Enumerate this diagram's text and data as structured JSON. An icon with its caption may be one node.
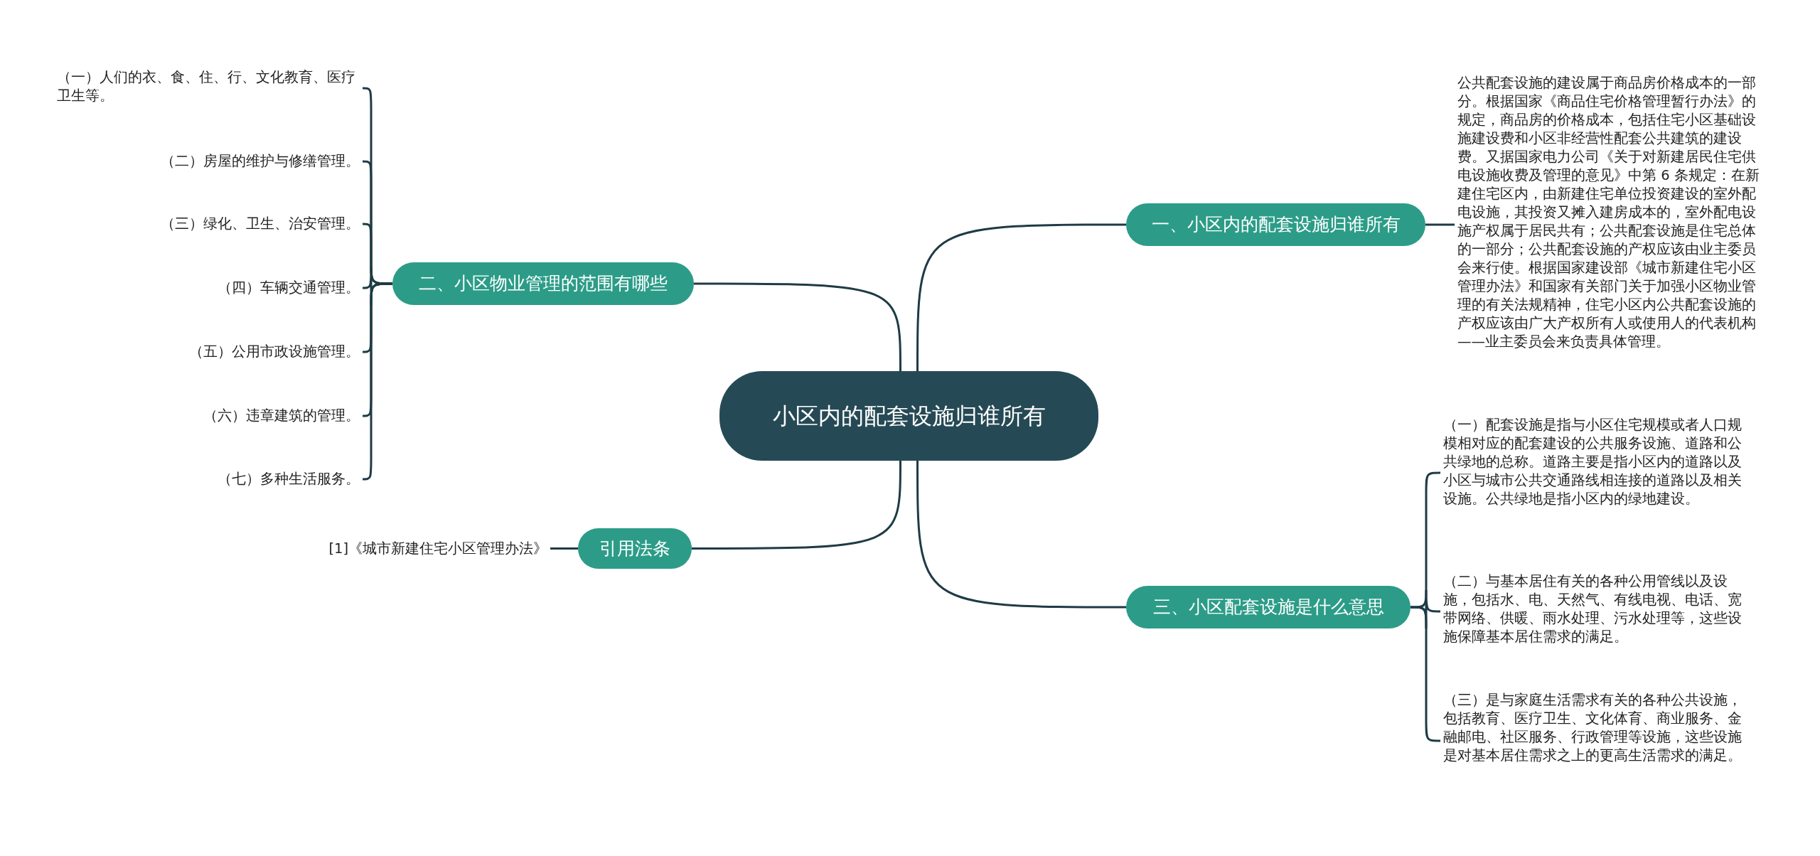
{
  "diagram": {
    "nodes": [
      {
        "text": [
          "小区内的配套设施归谁所有"
        ]
      },
      {
        "text": [
          "一、小区内的配套设施归谁所有"
        ]
      },
      {
        "text": [
          "公共配套设施的建设属于商品房价格成本的一部分。根据国家《商品住宅价格管理暂行办法》的规定，商品房的价格成本，包括住宅小区基础设施建设费和小区非经营性配套公共建筑的建设费。又据国家电力公司《关于对新建居民住宅供电设施收费及管理的意见》中第 6 条规定：在新建住宅区内，由新建住宅单位投资建设的室外配电设施，其投资又摊入建房成本的，室外配电设施产权属于居民共有；公共配套设施是住宅总体的一部分；公共配套设施的产权应该由业主委员会来行使。根据国家建设部《城市新建住宅小区管理办法》和国家有关部门关于加强小区物业管理的有关法规精神，住宅小区内公共配套设施的产权应该由广大产权所有人或使用人的代表机构——业主委员会来负责具体管理。"
        ]
      },
      {
        "text": [
          "三、小区配套设施是什么意思"
        ]
      },
      {
        "text": [
          "（一）配套设施是指与小区住宅规模或者人口规模相对应的配套建设的公共服务设施、道路和公共绿地的总称。道路主要是指小区内的道路以及小区与城市公共交通路线相连接的道路以及相关设施。公共绿地是指小区内的绿地建设。"
        ]
      },
      {
        "text": [
          "（二）与基本居住有关的各种公用管线以及设施，包括水、电、天然气、有线电视、电话、宽带网络、供暖、雨水处理、污水处理等，这些设施保障基本居住需求的满足。"
        ]
      },
      {
        "text": [
          "（三）是与家庭生活需求有关的各种公共设施，包括教育、医疗卫生、文化体育、商业服务、金融邮电、社区服务、行政管理等设施，这些设施是对基本居住需求之上的更高生活需求的满足。"
        ]
      },
      {
        "text": [
          "二、小区物业管理的范围有哪些"
        ]
      },
      {
        "text": [
          "（一）人们的衣、食、住、行、文化教育、医疗卫生等。"
        ]
      },
      {
        "text": [
          "（二）房屋的维护与修缮管理。"
        ]
      },
      {
        "text": [
          "（三）绿化、卫生、治安管理。"
        ]
      },
      {
        "text": [
          "（四）车辆交通管理。"
        ]
      },
      {
        "text": [
          "（五）公用市政设施管理。"
        ]
      },
      {
        "text": [
          "（六）违章建筑的管理。"
        ]
      },
      {
        "text": [
          "（七）多种生活服务。"
        ]
      },
      {
        "text": [
          "引用法条"
        ]
      },
      {
        "text": [
          "[1]《城市新建住宅小区管理办法》"
        ]
      }
    ],
    "edges": [
      {
        "from": 0,
        "to": 1,
        "arrow": "none"
      },
      {
        "from": 1,
        "to": 2,
        "arrow": "none"
      },
      {
        "from": 0,
        "to": 3,
        "arrow": "none"
      },
      {
        "from": 3,
        "to": 4,
        "arrow": "none"
      },
      {
        "from": 3,
        "to": 5,
        "arrow": "none"
      },
      {
        "from": 3,
        "to": 6,
        "arrow": "none"
      },
      {
        "from": 0,
        "to": 7,
        "arrow": "none"
      },
      {
        "from": 7,
        "to": 8,
        "arrow": "none"
      },
      {
        "from": 7,
        "to": 9,
        "arrow": "none"
      },
      {
        "from": 7,
        "to": 10,
        "arrow": "none"
      },
      {
        "from": 7,
        "to": 11,
        "arrow": "none"
      },
      {
        "from": 7,
        "to": 12,
        "arrow": "none"
      },
      {
        "from": 7,
        "to": 13,
        "arrow": "none"
      },
      {
        "from": 7,
        "to": 14,
        "arrow": "none"
      },
      {
        "from": 0,
        "to": 15,
        "arrow": "none"
      },
      {
        "from": 15,
        "to": 16,
        "arrow": "none"
      }
    ]
  }
}
